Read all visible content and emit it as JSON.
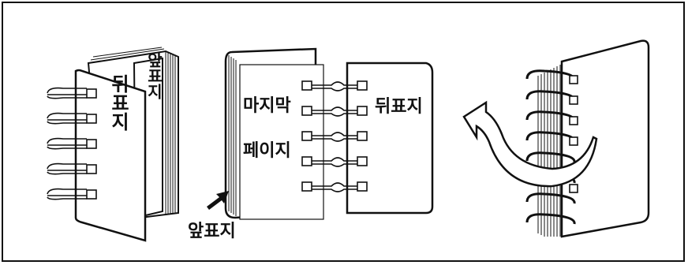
{
  "labels": {
    "back_cover": "뒤표지",
    "front_cover": "앞표지",
    "last_page_line1": "마지막",
    "last_page_line2": "페이지",
    "back_cover_right": "뒤표지",
    "front_cover_bottom": "앞표지"
  },
  "icons": {
    "curved_arrow": "rotate-arrow-icon",
    "pointer_arrow": "pointer-arrow-icon"
  }
}
